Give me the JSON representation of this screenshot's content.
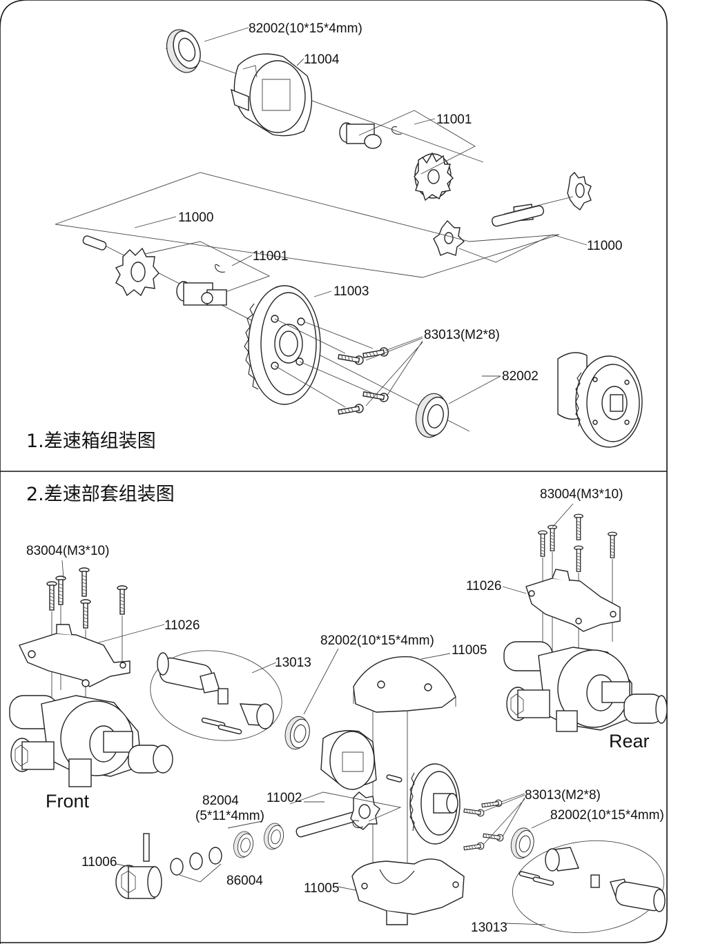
{
  "sections": {
    "s1_title": "1.差速箱组装图",
    "s2_title": "2.差速部套组装图"
  },
  "labels": {
    "s1_bearing_top": "82002(10*15*4mm)",
    "s1_case": "11004",
    "s1_outdrive_a": "11001",
    "s1_spider_right": "11000",
    "s1_spider_left": "11000",
    "s1_outdrive_b": "11001",
    "s1_ring_gear": "11003",
    "s1_screws": "83013(M2*8)",
    "s1_bearing_bottom": "82002",
    "s2_screws_left": "83004(M3*10)",
    "s2_screws_right": "83004(M3*10)",
    "s2_brace_left": "11026",
    "s2_brace_right": "11026",
    "s2_shaft_top": "13013",
    "s2_bearing_mid": "82002(10*15*4mm)",
    "s2_gearbox_top": "11005",
    "s2_front": "Front",
    "s2_rear": "Rear",
    "s2_bearing_small_a": "82004",
    "s2_bearing_small_b": "(5*11*4mm)",
    "s2_pinion": "11002",
    "s2_screws_mid": "83013(M2*8)",
    "s2_bearing_right": "82002(10*15*4mm)",
    "s2_cup": "11006",
    "s2_shims": "86004",
    "s2_gearbox_bottom": "11005",
    "s2_shaft_bottom": "13013"
  },
  "colors": {
    "line": "#222222",
    "panel_border": "#111111",
    "part_fill": "#ffffff"
  }
}
